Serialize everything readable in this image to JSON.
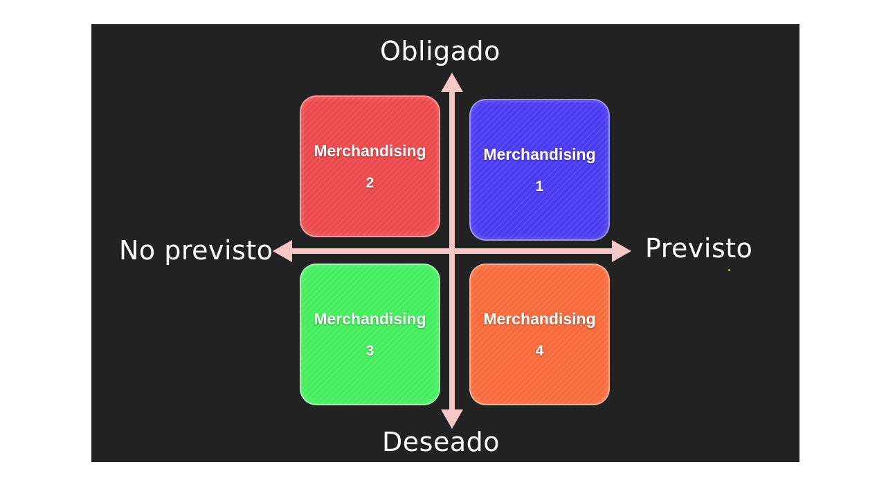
{
  "axes": {
    "top": "Obligado",
    "bottom": "Deseado",
    "left": "No previsto",
    "right": "Previsto",
    "arrow_color": "#f7c6c6"
  },
  "quadrants": {
    "top_left": {
      "title": "Merchandising",
      "number": "2",
      "color": "#ec4a4c"
    },
    "top_right": {
      "title": "Merchandising",
      "number": "1",
      "color": "#4b3bf0"
    },
    "bottom_left": {
      "title": "Merchandising",
      "number": "3",
      "color": "#45ee5f"
    },
    "bottom_right": {
      "title": "Merchandising",
      "number": "4",
      "color": "#f76b3c"
    }
  },
  "background_color": "#222222"
}
